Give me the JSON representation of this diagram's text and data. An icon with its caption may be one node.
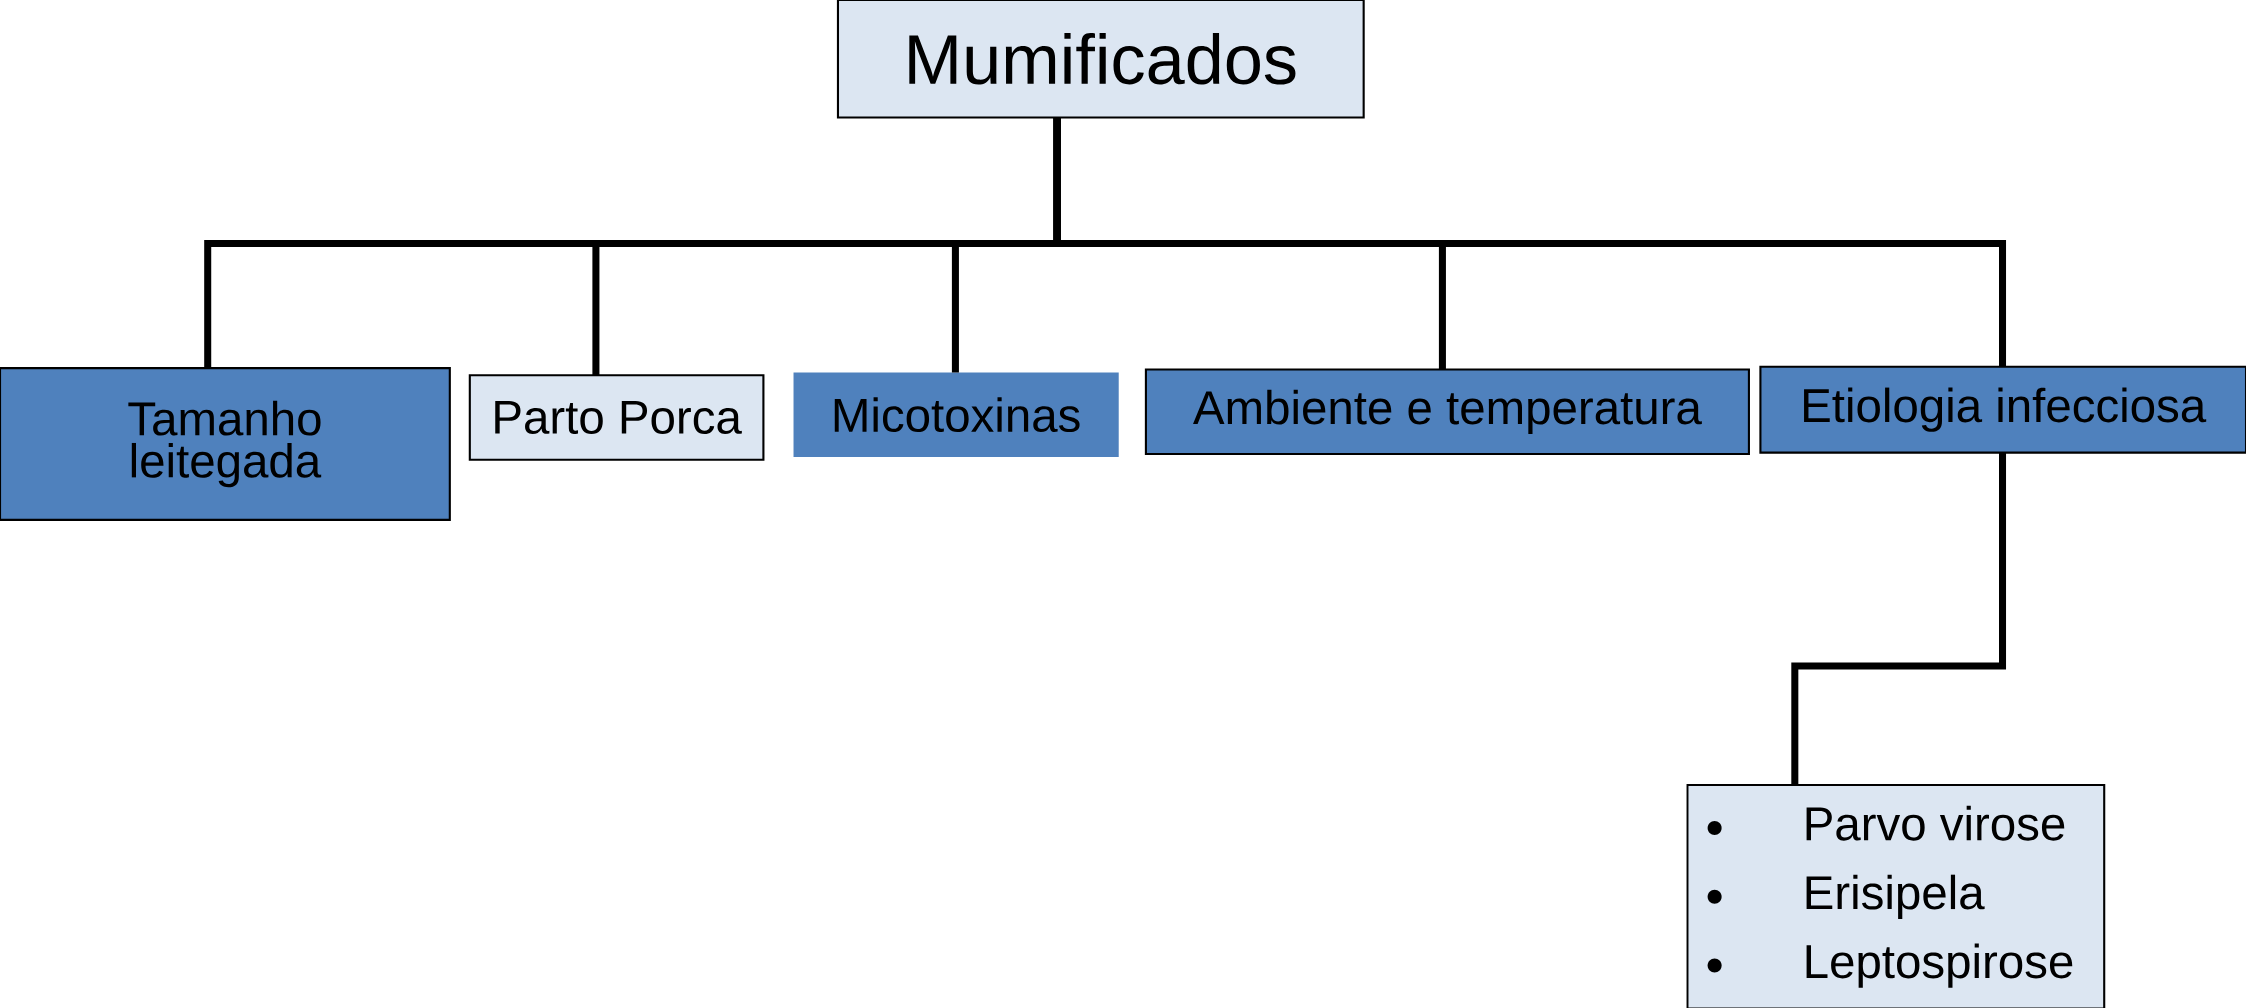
{
  "diagram": {
    "nodes": [
      {
        "text": [
          "Mumificados"
        ]
      },
      {
        "text": [
          "Tamanho leitegada"
        ]
      },
      {
        "text": [
          "Parto Porca"
        ]
      },
      {
        "text": [
          "Micotoxinas"
        ]
      },
      {
        "text": [
          "Ambiente e temperatura"
        ]
      },
      {
        "text": [
          "Etiologia infecciosa"
        ]
      },
      {
        "text": [
          "Parvo virose",
          "Erisipela",
          "Leptospirose"
        ]
      }
    ],
    "edges": [
      {
        "from": 0,
        "to": 1,
        "arrow": "none"
      },
      {
        "from": 0,
        "to": 2,
        "arrow": "none"
      },
      {
        "from": 0,
        "to": 3,
        "arrow": "none"
      },
      {
        "from": 0,
        "to": 4,
        "arrow": "none"
      },
      {
        "from": 0,
        "to": 5,
        "arrow": "none"
      },
      {
        "from": 5,
        "to": 6,
        "arrow": "none"
      }
    ]
  }
}
